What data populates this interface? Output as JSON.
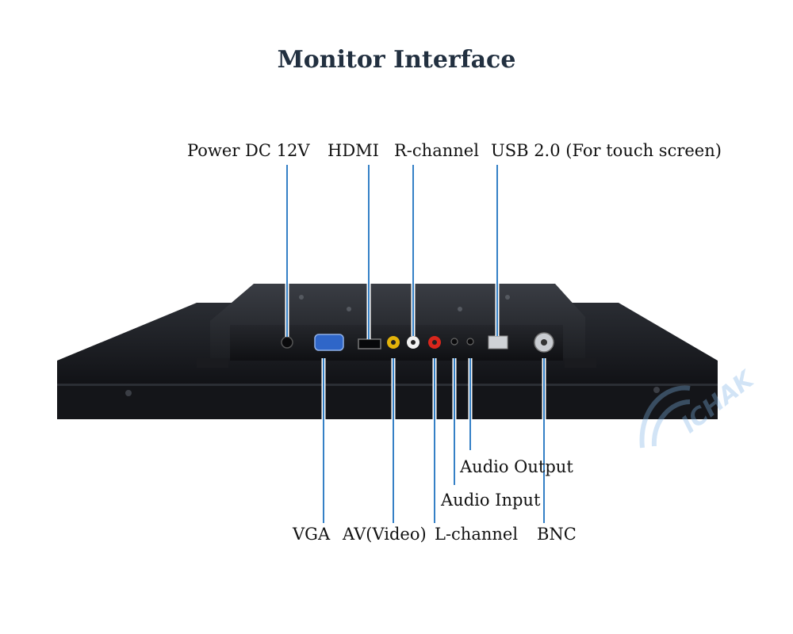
{
  "title": "Monitor Interface",
  "labels": {
    "power": "Power DC 12V",
    "hdmi": "HDMI",
    "r_channel": "R-channel",
    "usb": "USB 2.0 (For touch screen)",
    "vga": "VGA",
    "av": "AV(Video)",
    "l_channel": "L-channel",
    "bnc": "BNC",
    "audio_input": "Audio Input",
    "audio_output": "Audio Output"
  },
  "watermark": "ICHAK"
}
